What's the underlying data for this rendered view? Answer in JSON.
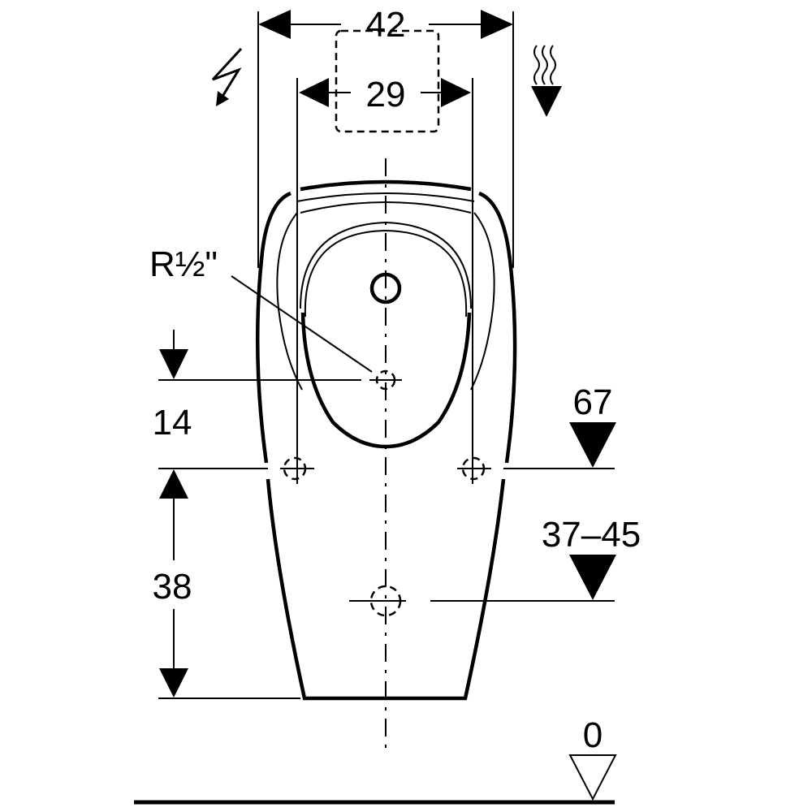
{
  "drawing": {
    "title": "Urinal dimension drawing",
    "dimensions": {
      "overall_width": "42",
      "fixing_width": "29",
      "inlet_label": "R½\"",
      "inlet_offset": "14",
      "fixing_to_bottom": "38",
      "fixing_height": "67",
      "outlet_height": "37–45",
      "floor_level": "0"
    },
    "icons": [
      "electric-connection-icon",
      "hot-air-outlet-icon"
    ],
    "colors": {
      "line": "#000000",
      "background": "#ffffff"
    }
  }
}
